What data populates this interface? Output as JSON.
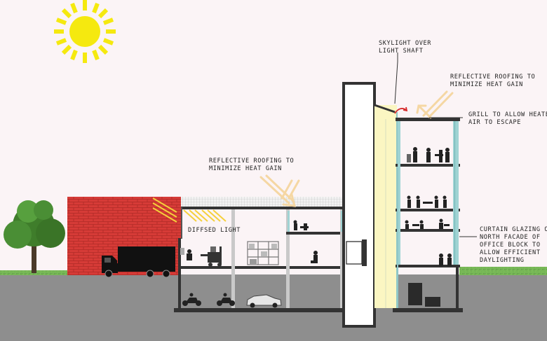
{
  "labels": {
    "skylight": [
      "SKYLIGHT OVER",
      "LIGHT SHAFT"
    ],
    "roof_right": [
      "REFLECTIVE ROOFING TO",
      "MINIMIZE HEAT GAIN"
    ],
    "grill": [
      "GRILL TO ALLOW HEATED",
      "AIR TO ESCAPE"
    ],
    "roof_left": [
      "REFLECTIVE ROOFING TO",
      "MINIMIZE HEAT GAIN"
    ],
    "diffused": "DIFFSED LIGHT",
    "curtain": [
      "CURTAIN GLAZING ON",
      "NORTH FACADE OF",
      "OFFICE BLOCK TO",
      "ALLOW EFFICIENT",
      "DAYLIGHTING"
    ]
  },
  "colors": {
    "background": "#fbf4f6",
    "ground": "#8e8e8e",
    "sun": "#f5e90f",
    "brick": "#d63b37",
    "glazing": "#9fd3d3",
    "light_shaft": "#fbf6c2",
    "light_arrow": "#f5d7a3",
    "tree": "#3f7d2b"
  },
  "icons": {
    "sun": "sun-icon",
    "tree": "tree-icon",
    "truck": "truck-icon",
    "forklift": "forklift-icon",
    "car": "car-icon",
    "motorcycle": "motorcycle-icon",
    "people": "person-icon",
    "hot_air": "hot-air-arrow-icon"
  }
}
